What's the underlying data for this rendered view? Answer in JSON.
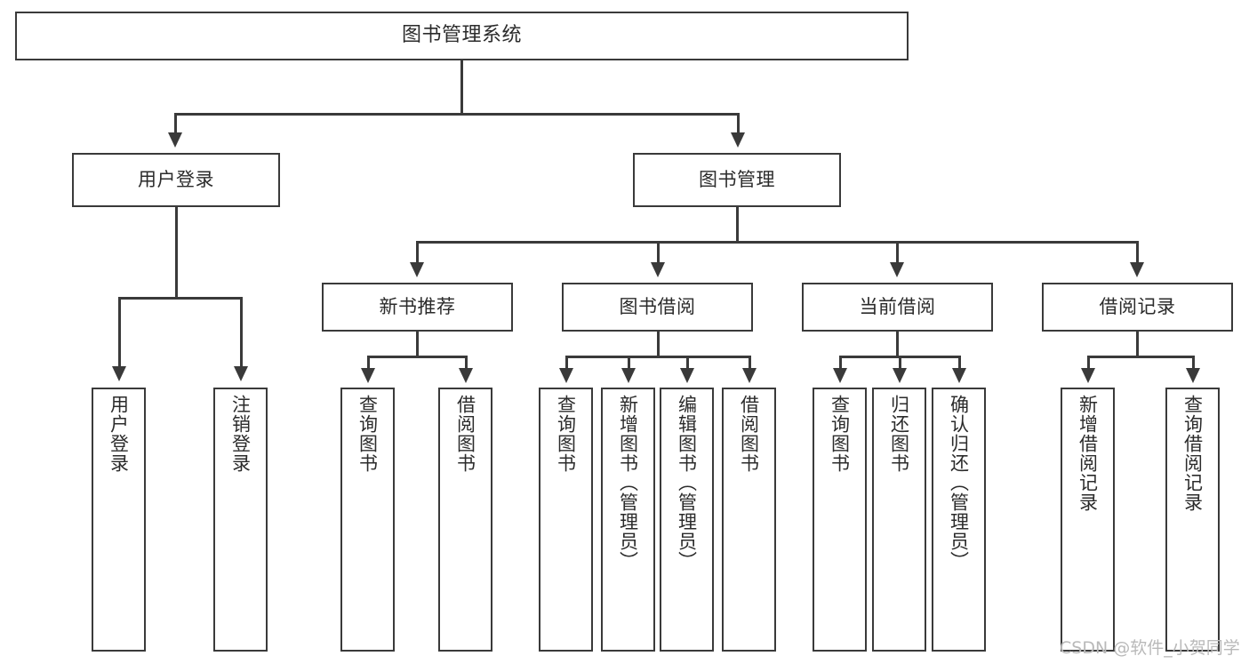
{
  "diagram": {
    "type": "tree-hierarchy-functional-decomposition",
    "root": {
      "label": "图书管理系统"
    },
    "level2": [
      {
        "label": "用户登录"
      },
      {
        "label": "图书管理"
      }
    ],
    "level3": [
      {
        "label": "新书推荐"
      },
      {
        "label": "图书借阅"
      },
      {
        "label": "当前借阅"
      },
      {
        "label": "借阅记录"
      }
    ],
    "leaves": {
      "user_login": [
        {
          "label": "用户登录"
        },
        {
          "label": "注销登录"
        }
      ],
      "new_book_recommend": [
        {
          "label": "查询图书"
        },
        {
          "label": "借阅图书"
        }
      ],
      "book_borrow": [
        {
          "label": "查询图书"
        },
        {
          "label": "新增图书（管理员）"
        },
        {
          "label": "编辑图书（管理员）"
        },
        {
          "label": "借阅图书"
        }
      ],
      "current_borrow": [
        {
          "label": "查询图书"
        },
        {
          "label": "归还图书"
        },
        {
          "label": "确认归还（管理员）"
        }
      ],
      "borrow_record": [
        {
          "label": "新增借阅记录"
        },
        {
          "label": "查询借阅记录"
        }
      ]
    }
  },
  "watermark": {
    "text": "CSDN @软件_小贺同学"
  },
  "colors": {
    "stroke": "#3a3a3a",
    "text": "#2b2b2b",
    "background": "#ffffff",
    "watermark": "#b9b9b9"
  }
}
